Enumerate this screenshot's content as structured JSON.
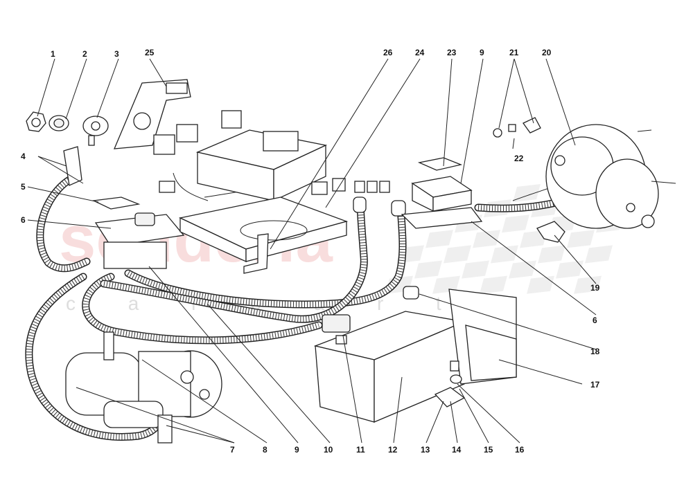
{
  "watermark": {
    "brand": "scuderia",
    "sub": "c a r p a r t s"
  },
  "callouts": [
    "1",
    "2",
    "3",
    "4",
    "5",
    "6",
    "7",
    "8",
    "9",
    "10",
    "11",
    "12",
    "13",
    "14",
    "15",
    "16",
    "17",
    "18",
    "19",
    "20",
    "21",
    "22",
    "23",
    "24",
    "25",
    "26",
    "9",
    "6"
  ],
  "colors": {
    "line": "#222222",
    "watermark_red": "#f4c2c2",
    "checker": "#dcdcdc"
  }
}
